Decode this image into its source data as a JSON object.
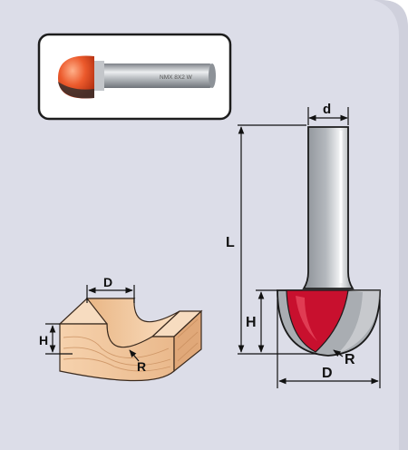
{
  "colors": {
    "background": "#dcdde8",
    "cutter_red": "#c8102e",
    "cutter_orange": "#e9572b",
    "shank_gray": "#a8acb1",
    "wood": "#f3c9a2",
    "wood_grain": "#d39b6c",
    "outline": "#1b1b1b"
  },
  "photo": {
    "shank_marking": "NMX 8X2 W"
  },
  "router_bit": {
    "labels": {
      "shank_diameter": "d",
      "overall_length": "L",
      "cutting_height": "H",
      "cutting_diameter": "D",
      "radius": "R"
    }
  },
  "workpiece": {
    "labels": {
      "groove_width": "D",
      "groove_depth": "H",
      "radius": "R"
    }
  }
}
